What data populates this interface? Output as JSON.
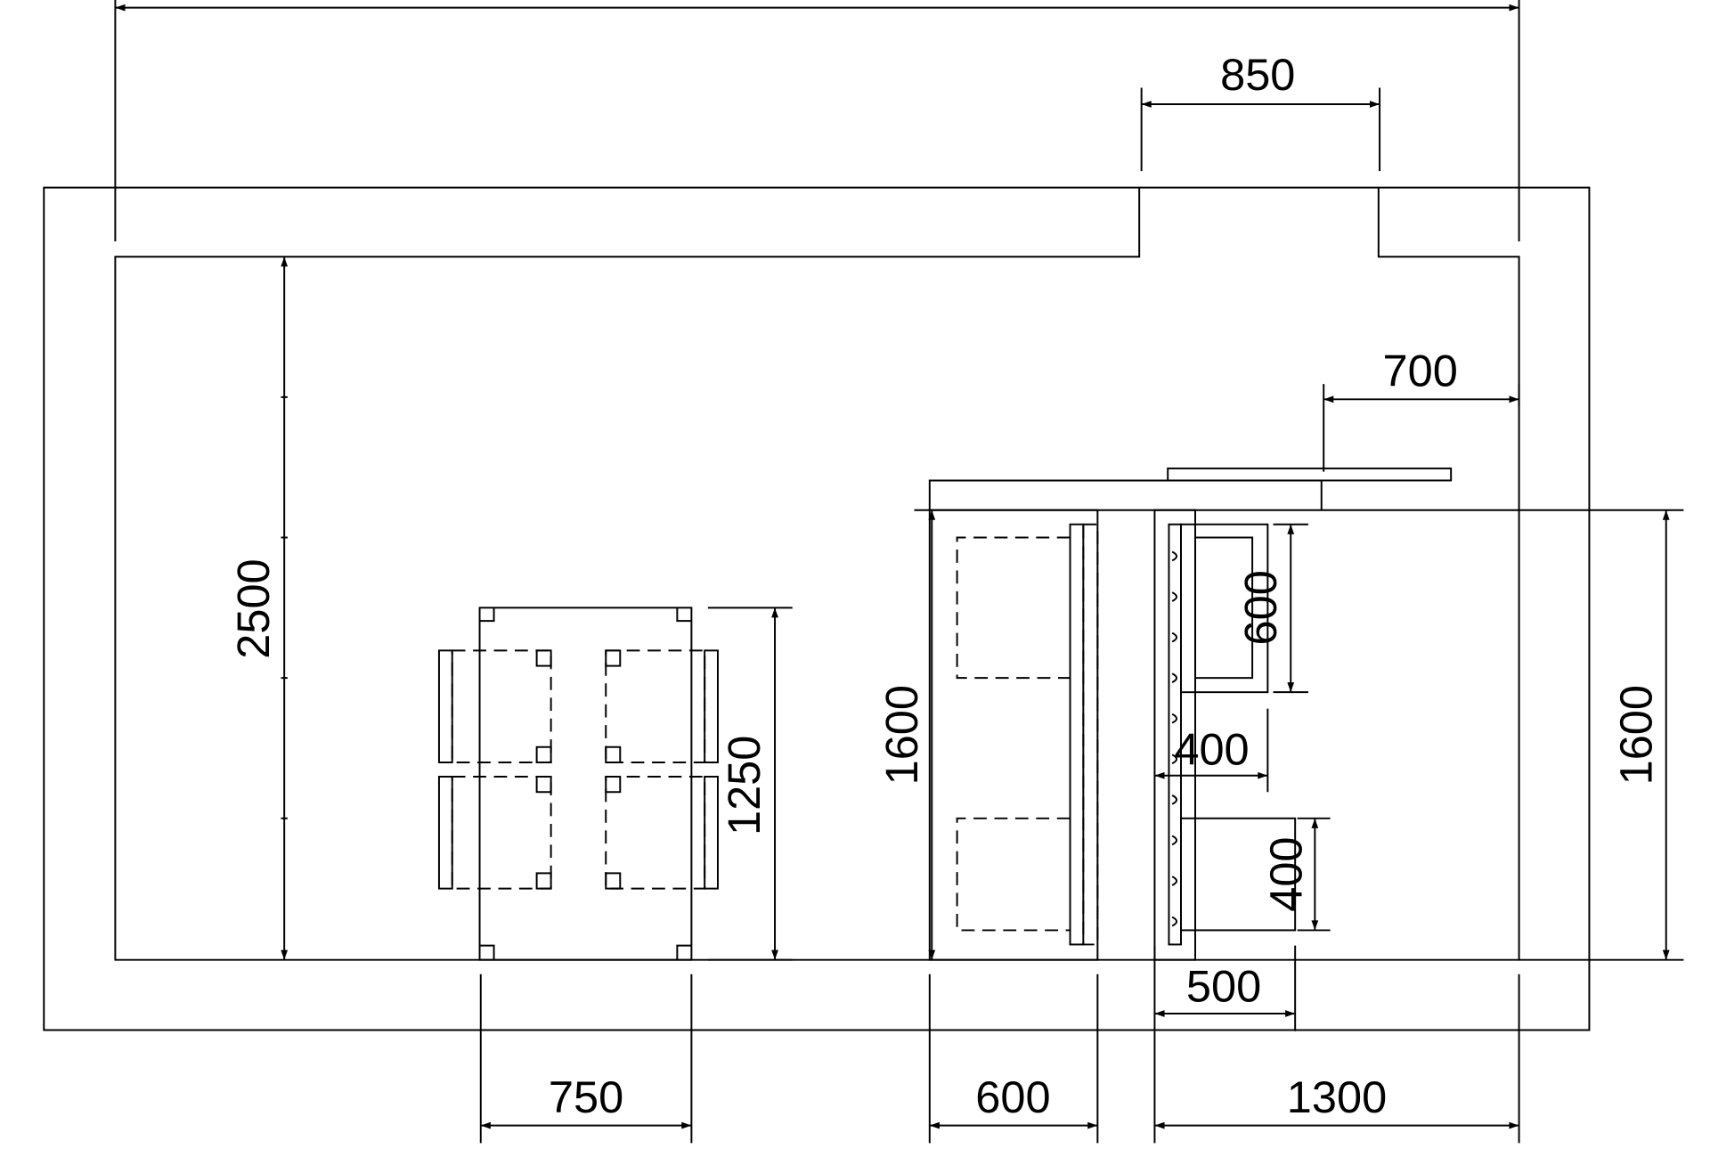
{
  "dimensions": {
    "door_width": "850",
    "counter_overhang": "700",
    "room_depth": "2500",
    "table_depth": "1250",
    "bench_length": "1600",
    "right_depth": "1600",
    "shelf_top": "600",
    "shelf_width": "400",
    "shelf_bottom": "400",
    "shelf_depth": "500",
    "table_width": "750",
    "bench_width": "600",
    "right_width": "1300"
  }
}
